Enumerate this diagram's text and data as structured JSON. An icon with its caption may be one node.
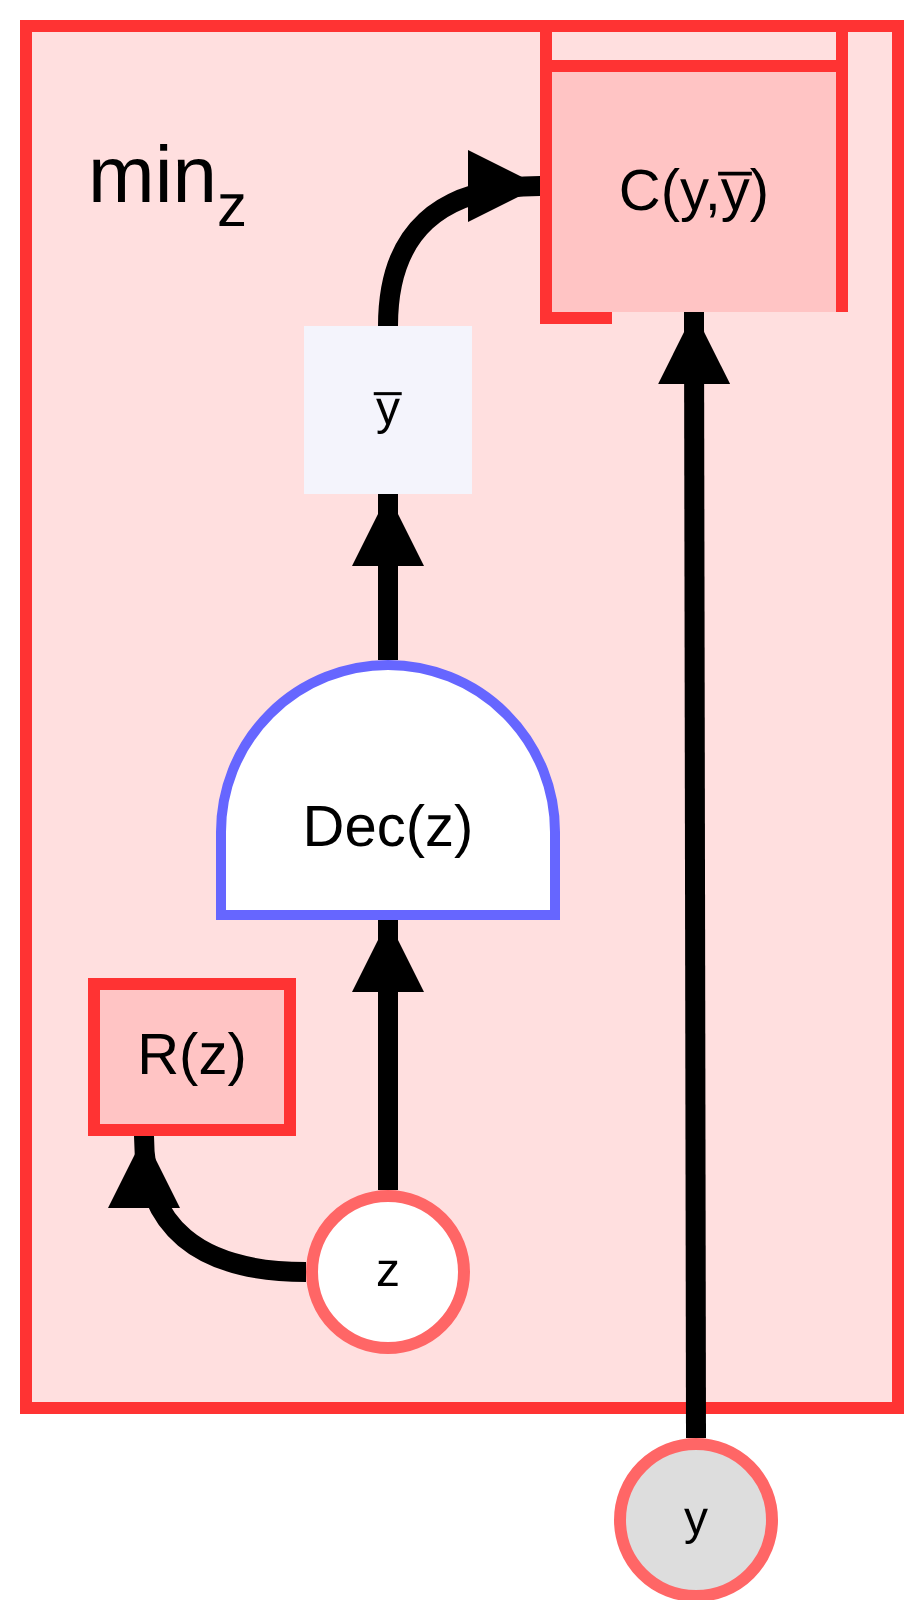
{
  "diagram": {
    "nodes": [
      {
        "text": [
          "min$_{z}$"
        ]
      },
      {
        "text": [
          "C(y,y̅)"
        ],
        "in": 0
      },
      {
        "text": [
          "y̅"
        ],
        "in": 0
      },
      {
        "text": [
          "Dec(z)"
        ],
        "in": 0
      },
      {
        "text": [
          "R(z)"
        ],
        "in": 0
      },
      {
        "text": [
          "z"
        ],
        "in": 0
      },
      {
        "text": [
          "y"
        ]
      }
    ],
    "edges": [
      {
        "from": 2,
        "to": 1,
        "arrow": "to"
      },
      {
        "from": 6,
        "to": 1,
        "arrow": "to"
      },
      {
        "from": 3,
        "to": 2,
        "arrow": "to"
      },
      {
        "from": 5,
        "to": 3,
        "arrow": "to"
      },
      {
        "from": 5,
        "to": 4,
        "arrow": "to"
      }
    ]
  }
}
